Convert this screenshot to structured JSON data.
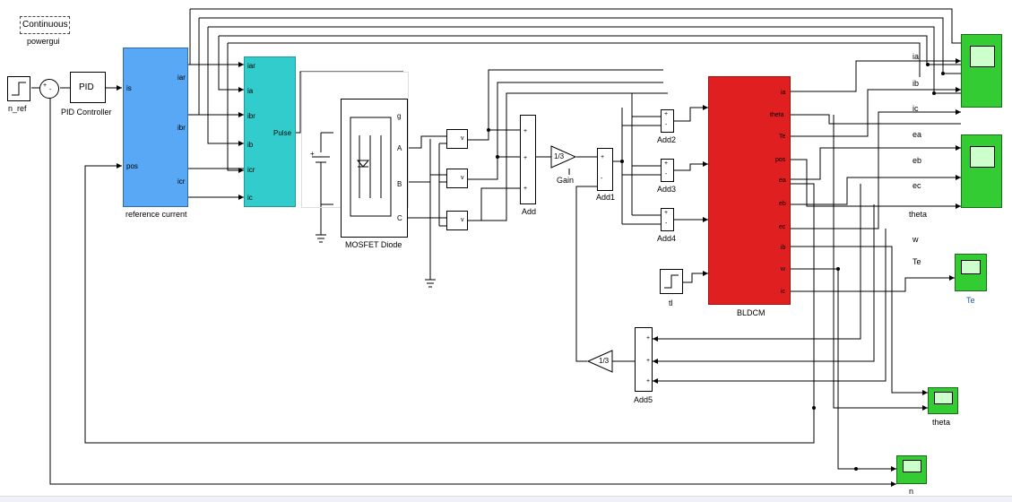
{
  "powergui": {
    "mode": "Continuous",
    "label": "powergui"
  },
  "n_ref": {
    "label": "n_ref"
  },
  "sum1": {
    "plus": "+",
    "minus": "-"
  },
  "pid": {
    "text": "PID",
    "label": "PID Controller"
  },
  "ref_current": {
    "label": "reference current",
    "in_ports": [
      "is",
      "pos"
    ],
    "out_ports": [
      "iar",
      "ibr",
      "icr"
    ]
  },
  "current_controller": {
    "in_ports": [
      "iar",
      "ia",
      "ibr",
      "ib",
      "icr",
      "ic"
    ],
    "out_label": "Pulse"
  },
  "mosfet": {
    "label": "MOSFET Diode",
    "ports": [
      "g",
      "A",
      "B",
      "C"
    ]
  },
  "voltmeters": [
    "v",
    "v",
    "v"
  ],
  "add": {
    "label": "Add",
    "signs": [
      "+",
      "+",
      "+"
    ]
  },
  "gain": {
    "text": "1/3",
    "label": "Gain"
  },
  "add1": {
    "label": "Add1",
    "signs": [
      "+",
      "-"
    ]
  },
  "add2": {
    "label": "Add2",
    "signs": [
      "+",
      "-"
    ]
  },
  "add3": {
    "label": "Add3",
    "signs": [
      "+",
      "-"
    ]
  },
  "add4": {
    "label": "Add4",
    "signs": [
      "+",
      "-"
    ]
  },
  "tl": {
    "label": "tl"
  },
  "bldcm": {
    "label": "BLDCM",
    "out_ports": [
      "ia",
      "theta",
      "Te",
      "pos",
      "ea",
      "eb",
      "ec",
      "ib",
      "w",
      "ic"
    ]
  },
  "signals": [
    "ia",
    "ib",
    "ic",
    "ea",
    "eb",
    "ec",
    "theta",
    "w",
    "Te"
  ],
  "scopes": {
    "te": {
      "label": "Te"
    },
    "theta": {
      "label": "theta"
    },
    "n": {
      "label": "n"
    }
  },
  "add5": {
    "label": "Add5",
    "signs": [
      "+",
      "+",
      "+"
    ]
  },
  "gain2": {
    "text": "1/3"
  },
  "colors": {
    "reference_current": "#59a8f5",
    "current_controller": "#33cccc",
    "bldcm": "#e02020",
    "scope": "#33cc33",
    "te_scope_label": "#2255aa"
  }
}
